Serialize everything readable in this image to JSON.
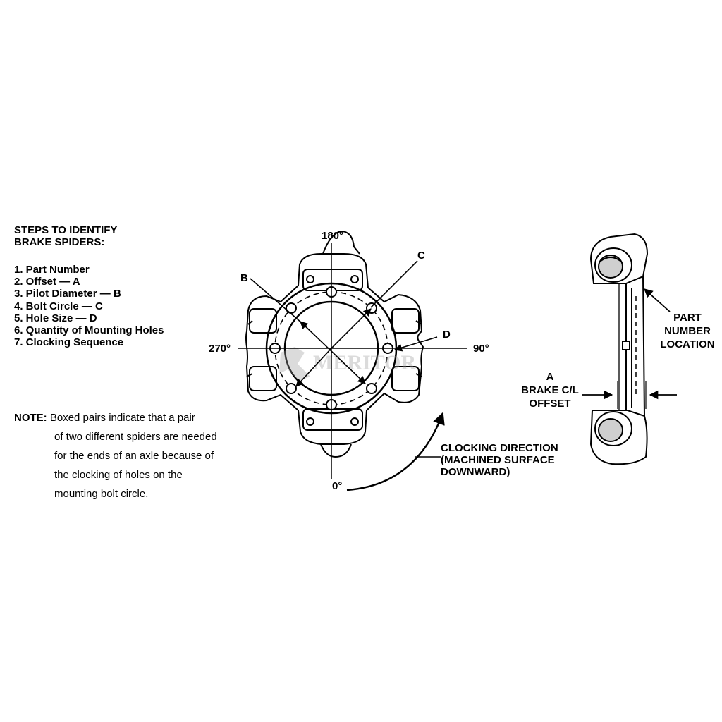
{
  "steps": {
    "title_lines": [
      "STEPS TO IDENTIFY",
      "BRAKE SPIDERS:"
    ],
    "items": [
      "1. Part Number",
      "2. Offset — A",
      "3. Pilot Diameter — B",
      "4. Bolt Circle — C",
      "5. Hole Size — D",
      "6. Quantity of Mounting Holes",
      "7. Clocking Sequence"
    ]
  },
  "note": {
    "label": "NOTE:",
    "first_line": "Boxed pairs indicate that a pair",
    "continuation_lines": [
      "of two different spiders are needed",
      "for the ends of an axle because of",
      "the clocking of holes on the",
      "mounting bolt circle."
    ]
  },
  "front_view": {
    "angle_top": "180°",
    "angle_right": "90°",
    "angle_left": "270°",
    "angle_bottom": "0°",
    "callout_b": "B",
    "callout_c": "C",
    "callout_d": "D",
    "watermark": "MERITOR",
    "clocking_lines": [
      "CLOCKING DIRECTION",
      "(MACHINED SURFACE",
      "DOWNWARD)"
    ]
  },
  "side_view": {
    "part_number_lines": [
      "PART",
      "NUMBER",
      "LOCATION"
    ],
    "offset_lines": [
      "A",
      "BRAKE C/L",
      "OFFSET"
    ]
  }
}
